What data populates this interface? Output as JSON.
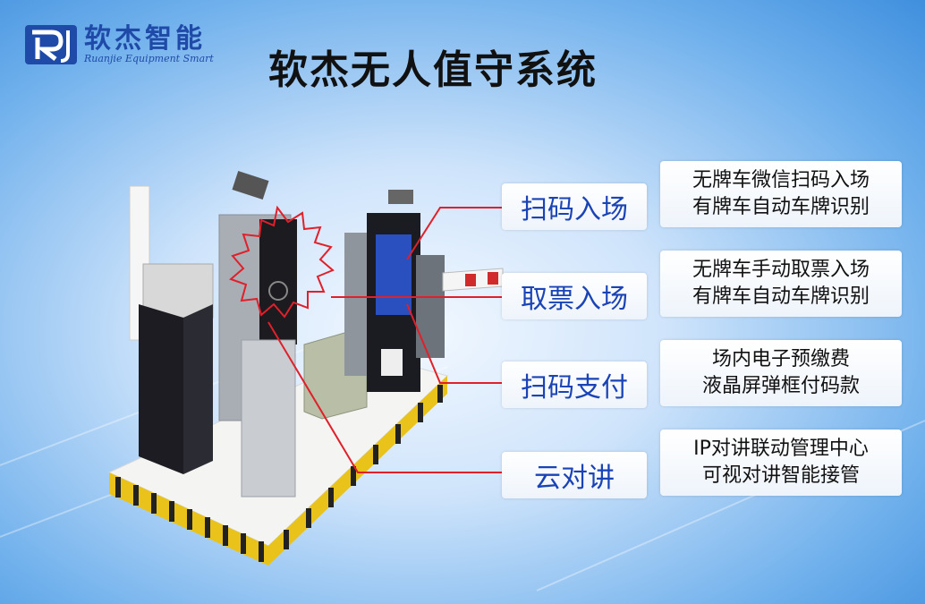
{
  "logo": {
    "name_cn": "软杰智能",
    "name_en": "Ruanjie Equipment Smart"
  },
  "title": "软杰无人值守系统",
  "features": [
    {
      "label": "扫码入场",
      "desc_line1": "无牌车微信扫码入场",
      "desc_line2": "有牌车自动车牌识别"
    },
    {
      "label": "取票入场",
      "desc_line1": "无牌车手动取票入场",
      "desc_line2": "有牌车自动车牌识别"
    },
    {
      "label": "扫码支付",
      "desc_line1": "场内电子预缴费",
      "desc_line2": "液晶屏弹框付码款"
    },
    {
      "label": "云对讲",
      "desc_line1": "IP对讲联动管理中心",
      "desc_line2": "可视对讲智能接管"
    }
  ],
  "colors": {
    "accent": "#1a43b5",
    "callout_line": "#e0202a",
    "logo_blue": "#1f4aa8"
  }
}
